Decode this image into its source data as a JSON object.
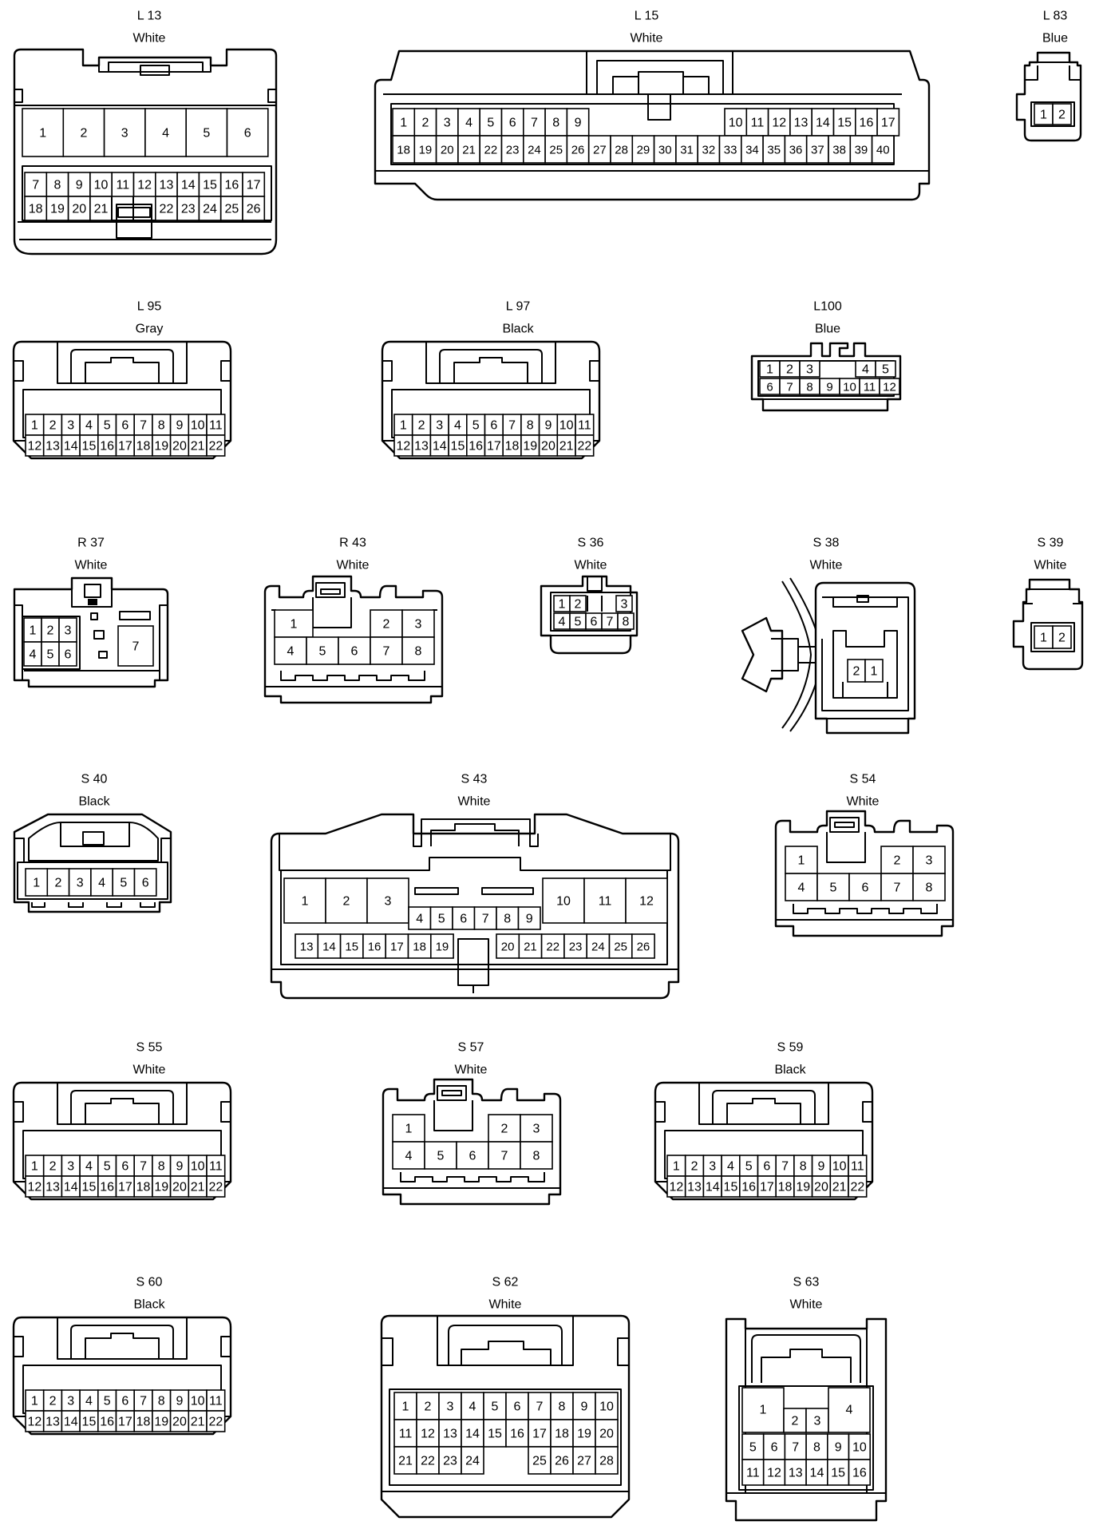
{
  "connectors": [
    {
      "id": "L13",
      "name": "L 13",
      "color": "White"
    },
    {
      "id": "L15",
      "name": "L 15",
      "color": "White"
    },
    {
      "id": "L83",
      "name": "L 83",
      "color": "Blue"
    },
    {
      "id": "L95",
      "name": "L 95",
      "color": "Gray"
    },
    {
      "id": "L97",
      "name": "L 97",
      "color": "Black"
    },
    {
      "id": "L100",
      "name": "L100",
      "color": "Blue"
    },
    {
      "id": "R37",
      "name": "R 37",
      "color": "White"
    },
    {
      "id": "R43",
      "name": "R 43",
      "color": "White"
    },
    {
      "id": "S36",
      "name": "S 36",
      "color": "White"
    },
    {
      "id": "S38",
      "name": "S 38",
      "color": "White"
    },
    {
      "id": "S39",
      "name": "S 39",
      "color": "White"
    },
    {
      "id": "S40",
      "name": "S 40",
      "color": "Black"
    },
    {
      "id": "S43",
      "name": "S 43",
      "color": "White"
    },
    {
      "id": "S54",
      "name": "S 54",
      "color": "White"
    },
    {
      "id": "S55",
      "name": "S 55",
      "color": "White"
    },
    {
      "id": "S57",
      "name": "S 57",
      "color": "White"
    },
    {
      "id": "S59",
      "name": "S 59",
      "color": "Black"
    },
    {
      "id": "S60",
      "name": "S 60",
      "color": "Black"
    },
    {
      "id": "S62",
      "name": "S 62",
      "color": "White"
    },
    {
      "id": "S63",
      "name": "S 63",
      "color": "White"
    }
  ]
}
